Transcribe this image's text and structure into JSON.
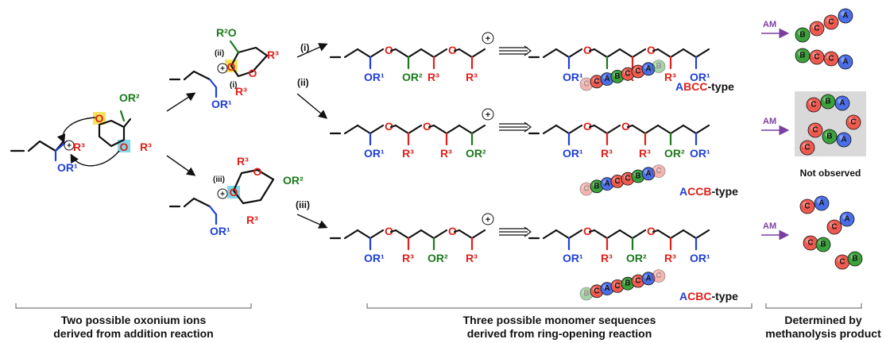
{
  "labels": {
    "addition_caption_line1": "Two possible oxonium ions",
    "addition_caption_line2": "derived from addition reaction",
    "sequence_caption_line1": "Three possible monomer sequences",
    "sequence_caption_line2": "derived from ring-opening reaction",
    "methanolysis_caption_line1": "Determined by",
    "methanolysis_caption_line2": "methanolysis product",
    "not_observed": "Not observed",
    "route_i": "(i)",
    "route_ii": "(ii)",
    "route_iii": "(iii)",
    "am": "AM",
    "or1": "OR¹",
    "or2": "OR²",
    "r2o": "R²O",
    "r3": "R³",
    "o": "O",
    "plus": "+"
  },
  "sequence_types": [
    {
      "prefix_blue": "A",
      "mid_red": "BCC",
      "suffix": "-type",
      "label": "ABCC-type"
    },
    {
      "prefix_blue": "A",
      "mid_red": "CCB",
      "suffix": "-type",
      "label": "ACCB-type"
    },
    {
      "prefix_blue": "A",
      "mid_red": "CBC",
      "suffix": "-type",
      "label": "ACBC-type"
    }
  ],
  "chains": [
    [
      "C",
      "C",
      "A",
      "B",
      "C",
      "C",
      "A",
      "B"
    ],
    [
      "C",
      "B",
      "A",
      "C",
      "C",
      "B",
      "A",
      "C"
    ],
    [
      "B",
      "C",
      "A",
      "C",
      "B",
      "C",
      "A",
      "C"
    ]
  ],
  "colors": {
    "A": "#4a6ee8",
    "B": "#3aa23a",
    "C": "#ef5a50",
    "blue": "#1f3fd6",
    "green": "#1b7a1b",
    "red": "#e0201a",
    "highlight_yellow": "#f5e35a",
    "highlight_cyan": "#7fd8e8",
    "am_arrow": "#7a3fa0",
    "not_observed_box": "#d9d9d9"
  }
}
